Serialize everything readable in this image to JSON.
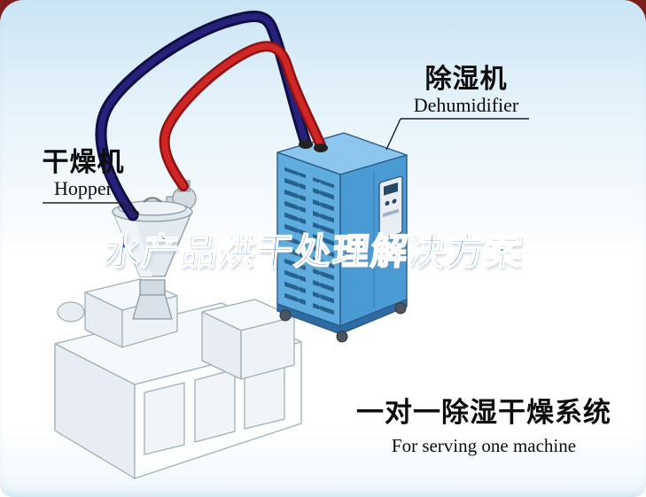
{
  "illustration": {
    "watermark": "水产品烘干处理解决方案",
    "dehumidifier_label": {
      "cn": "除湿机",
      "en": "Dehumidifier"
    },
    "hopper_label": {
      "cn": "干燥机",
      "en": "Hopper"
    },
    "caption": {
      "cn": "一对一除湿干燥系统",
      "en": "For serving one machine"
    },
    "colors": {
      "watermark_blue": "#1b66d2",
      "pipe_red": "#cf2626",
      "pipe_navy": "#1a1464",
      "dehumidifier_body": "#5fadde",
      "corner_accent": "#7e1d1d",
      "background_top": "#c9e5f5"
    }
  }
}
